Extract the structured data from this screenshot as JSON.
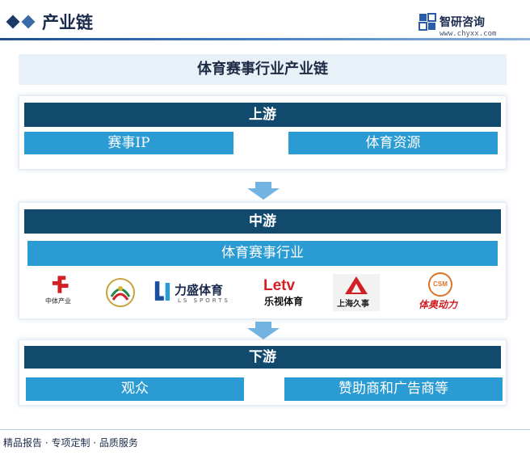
{
  "header": {
    "title": "产业链",
    "brand_name": "智研咨询",
    "brand_url": "www.chyxx.com"
  },
  "main_title": "体育赛事行业产业链",
  "upstream": {
    "stage": "上游",
    "items": [
      "赛事IP",
      "体育资源"
    ]
  },
  "midstream": {
    "stage": "中游",
    "industry": "体育赛事行业",
    "logos": [
      {
        "name": "china-sports-industry",
        "text": "中体产业"
      },
      {
        "name": "emblem-logo",
        "text": ""
      },
      {
        "name": "lisheng-sports",
        "text": "力盛体育",
        "sub": "LS SPORTS"
      },
      {
        "name": "letv-sports",
        "text": "Letv",
        "sub": "乐视体育"
      },
      {
        "name": "shanghai-jiushi",
        "text": "上海久事"
      },
      {
        "name": "csm-tiao",
        "text": "体奥动力",
        "badge": "CSM"
      }
    ]
  },
  "downstream": {
    "stage": "下游",
    "items": [
      "观众",
      "赞助商和广告商等"
    ]
  },
  "footer": {
    "text": "精品报告 · 专项定制 · 品质服务"
  },
  "colors": {
    "stage_bar": "#114a6d",
    "item_box": "#2a9bd3",
    "title_band": "#e8f0f8",
    "arrow": "#5aa6dc"
  }
}
